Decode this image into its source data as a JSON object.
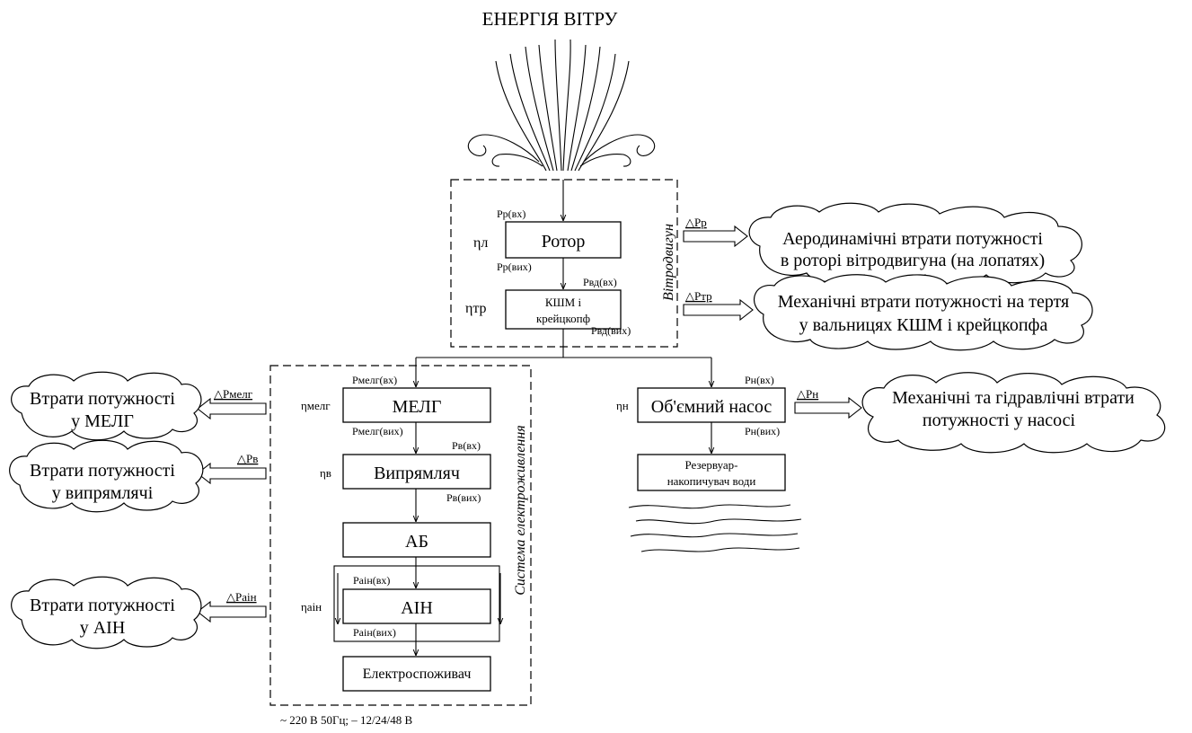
{
  "diagram": {
    "title": "ЕНЕРГІЯ ВІТРУ",
    "groups": {
      "wind_engine": "Вітродвигун",
      "power_system": "Система електроживлення"
    },
    "blocks": {
      "rotor": "Ротор",
      "kshm_line1": "КШМ і",
      "kshm_line2": "крейцкопф",
      "melg": "МЕЛГ",
      "rectifier": "Випрямляч",
      "battery": "АБ",
      "inverter": "АІН",
      "consumer": "Електроспоживач",
      "pump": "Об'ємний насос",
      "reservoir_line1": "Резервуар-",
      "reservoir_line2": "накопичувач води"
    },
    "powers": {
      "rotor_in": "Pр(вх)",
      "rotor_out": "Pр(вих)",
      "vd_in": "Pвд(вх)",
      "vd_out": "Pвд(вих)",
      "melg_in": "Pмелг(вх)",
      "melg_out": "Pмелг(вих)",
      "rect_in": "Pв(вх)",
      "rect_out": "Pв(вих)",
      "ain_in": "Pаін(вх)",
      "ain_out": "Pаін(вих)",
      "pump_in": "Pн(вх)",
      "pump_out": "Pн(вих)"
    },
    "efficiencies": {
      "rotor": "ηл",
      "kshm": "ηтр",
      "melg": "ηмелг",
      "rectifier": "ηв",
      "inverter": "ηаін",
      "pump": "ηн"
    },
    "losses": {
      "rotor": "△Pр",
      "kshm": "△Pтр",
      "melg": "△Pмелг",
      "rectifier": "△Pв",
      "inverter": "△Pаін",
      "pump": "△Pн"
    },
    "clouds": {
      "rotor_line1": "Аеродинамічні втрати потужності",
      "rotor_line2": "в роторі вітродвигуна (на лопатях)",
      "kshm_line1": "Механічні втрати потужності на тертя",
      "kshm_line2": "у вальницях КШМ і крейцкопфа",
      "melg_line1": "Втрати потужності",
      "melg_line2": "у МЕЛГ",
      "rect_line1": "Втрати потужності",
      "rect_line2": "у випрямлячі",
      "ain_line1": "Втрати потужності",
      "ain_line2": "у АІН",
      "pump_line1": "Механічні та гідравлічні втрати",
      "pump_line2": "потужності у  насосі"
    },
    "footer": "~ 220 В 50Гц; – 12/24/48 В"
  }
}
